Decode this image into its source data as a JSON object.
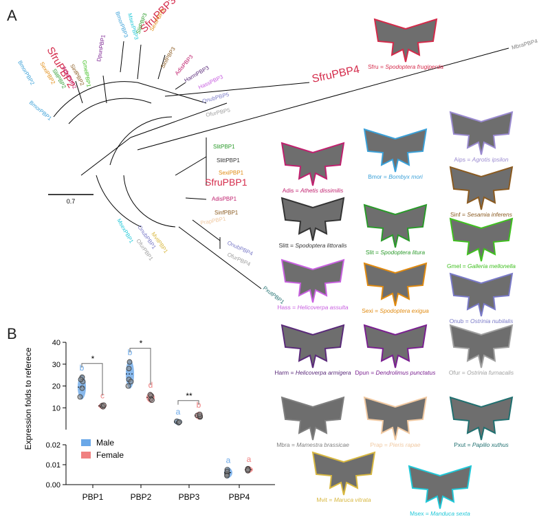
{
  "panels": {
    "a": "A",
    "b": "B"
  },
  "scale_bar": {
    "label": "0.7"
  },
  "colors": {
    "Sfru": "#d42a4a",
    "Bmor": "#3aa0d8",
    "Sexi": "#e08a10",
    "Slit": "#2a9a2a",
    "Slitt": "#333333",
    "Adis": "#c0206e",
    "Sinf": "#8a5a20",
    "Gmel": "#40c020",
    "Dpun": "#7a2090",
    "Msex": "#20c8d8",
    "Harm": "#5a2a7a",
    "Hass": "#c860e0",
    "Onub": "#7a7ac8",
    "Ofur": "#a0a0a0",
    "Mbra": "#808080",
    "Prap": "#f0c8a0",
    "Mvit": "#d8b840",
    "Pxut": "#207070",
    "Aips": "#9a8ad0",
    "male": "#6aa8e8",
    "female": "#f08080"
  },
  "tree_labels": [
    {
      "text": "SfruPBP2",
      "sp": "Sfru",
      "big": true
    },
    {
      "text": "SfruPBP3",
      "sp": "Sfru",
      "big": true
    },
    {
      "text": "SfruPBP4",
      "sp": "Sfru",
      "big": true
    },
    {
      "text": "SfruPBP1",
      "sp": "Sfru",
      "big": true
    },
    {
      "text": "BmorPBP2",
      "sp": "Bmor"
    },
    {
      "text": "BmorPBP1",
      "sp": "Bmor"
    },
    {
      "text": "SexiPBP2",
      "sp": "Sexi"
    },
    {
      "text": "SlitPBP2",
      "sp": "Slit"
    },
    {
      "text": "AdisPBP2",
      "sp": "Adis"
    },
    {
      "text": "SinfPBP2",
      "sp": "Sinf"
    },
    {
      "text": "GmelPBP1",
      "sp": "Gmel"
    },
    {
      "text": "DpunPBP1",
      "sp": "Dpun"
    },
    {
      "text": "BmorPBP3",
      "sp": "Bmor"
    },
    {
      "text": "MsexPBP3",
      "sp": "Msex"
    },
    {
      "text": "SlitPBP3",
      "sp": "Slit"
    },
    {
      "text": "SexiPBP3",
      "sp": "Sexi"
    },
    {
      "text": "SinfPBP3",
      "sp": "Sinf"
    },
    {
      "text": "AdisPBP3",
      "sp": "Adis"
    },
    {
      "text": "HarmPBP3",
      "sp": "Harm"
    },
    {
      "text": "HassPBP3",
      "sp": "Hass"
    },
    {
      "text": "OnubPBP5",
      "sp": "Onub"
    },
    {
      "text": "OfurPBP5",
      "sp": "Ofur"
    },
    {
      "text": "MbraPBP4",
      "sp": "Mbra"
    },
    {
      "text": "SlitPBP1",
      "sp": "Slit"
    },
    {
      "text": "SlittPBP1",
      "sp": "Slitt"
    },
    {
      "text": "SexiPBP1",
      "sp": "Sexi"
    },
    {
      "text": "AdisPBP1",
      "sp": "Adis"
    },
    {
      "text": "SinfPBP1",
      "sp": "Sinf"
    },
    {
      "text": "PrapPBP1",
      "sp": "Prap"
    },
    {
      "text": "OnubPBP4",
      "sp": "Onub"
    },
    {
      "text": "OfurPBP4",
      "sp": "Ofur"
    },
    {
      "text": "PxutPBP1",
      "sp": "Pxut"
    },
    {
      "text": "MsexPBP1",
      "sp": "Msex"
    },
    {
      "text": "OnubPBP1",
      "sp": "Onub"
    },
    {
      "text": "OfurPBP1",
      "sp": "Ofur"
    },
    {
      "text": "MvitPBP1",
      "sp": "Mvit"
    }
  ],
  "species": [
    {
      "abbr": "Sfru",
      "name": "Spodoptera frugiperda"
    },
    {
      "abbr": "Adis",
      "name": "Athetis dissimilis"
    },
    {
      "abbr": "Bmor",
      "name": "Bombyx mori"
    },
    {
      "abbr": "Aips",
      "name": "Agrotis ipsilon"
    },
    {
      "abbr": "Sinf",
      "name": "Sesamia inferens"
    },
    {
      "abbr": "Slitt",
      "name": "Spodoptera littoralis"
    },
    {
      "abbr": "Slit",
      "name": "Spodoptera litura"
    },
    {
      "abbr": "Gmel",
      "name": "Galleria mellonella"
    },
    {
      "abbr": "Hass",
      "name": "Helicoverpa assulta"
    },
    {
      "abbr": "Sexi",
      "name": "Spodoptera exigua"
    },
    {
      "abbr": "Onub",
      "name": "Ostrinia nubilalis"
    },
    {
      "abbr": "Harm",
      "name": "Helicoverpa armigera"
    },
    {
      "abbr": "Dpun",
      "name": "Dendrolimus punctatus"
    },
    {
      "abbr": "Ofur",
      "name": "Ostrinia furnacalis"
    },
    {
      "abbr": "Mbra",
      "name": "Mamestra brassicae"
    },
    {
      "abbr": "Prap",
      "name": "Pieris rapae"
    },
    {
      "abbr": "Pxut",
      "name": "Papilio xuthus"
    },
    {
      "abbr": "Mvit",
      "name": "Maruca vitrata"
    },
    {
      "abbr": "Msex",
      "name": "Manduca sexta"
    }
  ],
  "chart_data": {
    "type": "violin",
    "ylabel": "Expression folds to referece",
    "categories": [
      "PBP1",
      "PBP2",
      "PBP3",
      "PBP4"
    ],
    "series": [
      {
        "name": "Male",
        "values": [
          [
            24,
            22,
            19,
            23,
            15
          ],
          [
            31,
            28,
            23,
            20,
            22
          ],
          [
            3.8,
            3.2,
            3.5
          ],
          [
            0.0075,
            0.0055,
            0.005,
            0.0065,
            0.0045
          ]
        ]
      },
      {
        "name": "Female",
        "values": [
          [
            11,
            10.5,
            11.2
          ],
          [
            15.5,
            14,
            16,
            13.5
          ],
          [
            6.5,
            5.8,
            6.2,
            7.0
          ],
          [
            0.008,
            0.007,
            0.0075
          ]
        ]
      }
    ],
    "upper_axis": {
      "ylim": [
        0,
        40
      ],
      "ticks": [
        10,
        20,
        30,
        40
      ]
    },
    "lower_axis": {
      "ylim": [
        0,
        0.02
      ],
      "ticks": [
        "0.00",
        "0.01",
        "0.02"
      ]
    },
    "letters": [
      {
        "cat": "PBP1",
        "male": "b",
        "female": "c"
      },
      {
        "cat": "PBP2",
        "male": "b",
        "female": "d"
      },
      {
        "cat": "PBP3",
        "male": "a",
        "female": "b"
      },
      {
        "cat": "PBP4",
        "male": "a",
        "female": "a"
      }
    ],
    "significance": [
      {
        "cat": "PBP1",
        "label": "*"
      },
      {
        "cat": "PBP2",
        "label": "*"
      },
      {
        "cat": "PBP3",
        "label": "**"
      }
    ]
  }
}
